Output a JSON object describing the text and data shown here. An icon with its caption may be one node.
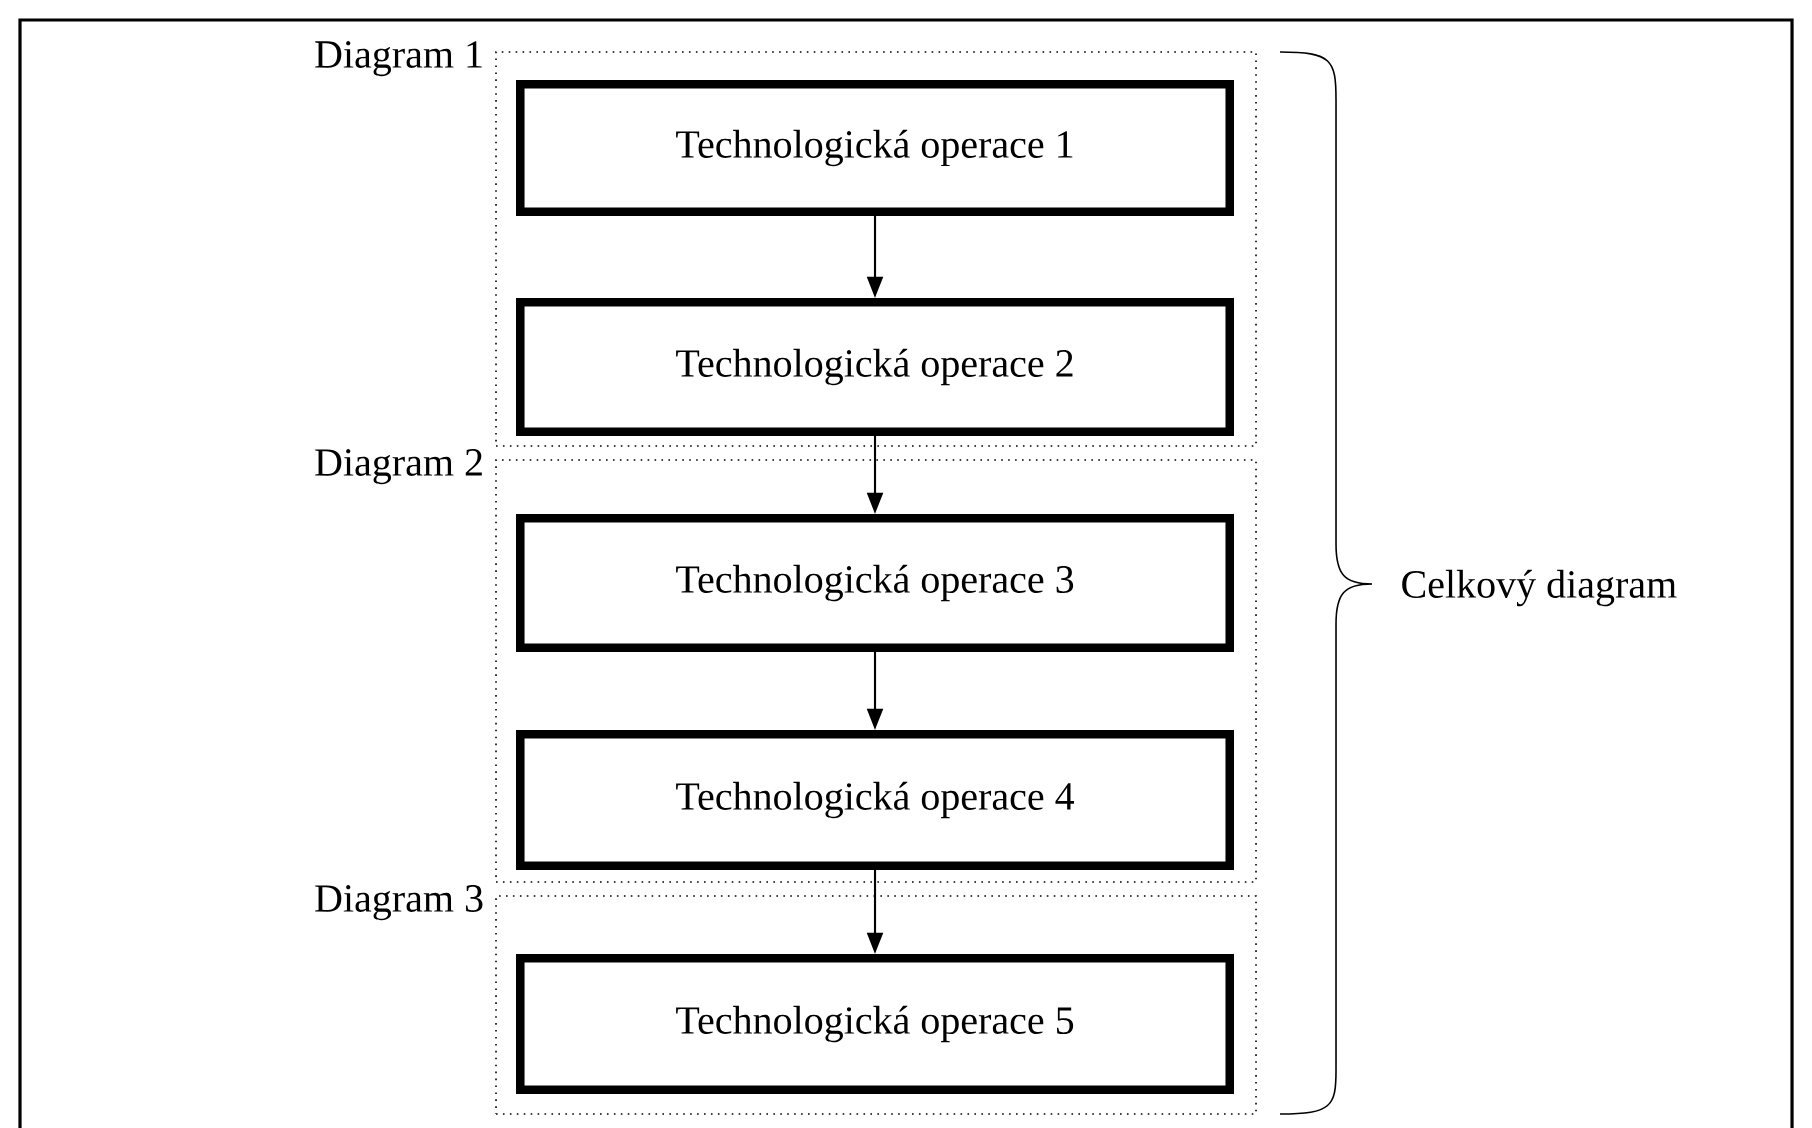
{
  "diagram": {
    "nodes": [
      {
        "text": [
          "Diagram 1"
        ]
      },
      {
        "text": [
          "Technologická operace 1"
        ],
        "in": 0
      },
      {
        "text": [
          "Technologická operace 2"
        ],
        "in": 0
      },
      {
        "text": [
          "Diagram 2"
        ]
      },
      {
        "text": [
          "Technologická operace 3"
        ],
        "in": 3
      },
      {
        "text": [
          "Technologická operace 4"
        ],
        "in": 3
      },
      {
        "text": [
          "Diagram 3"
        ]
      },
      {
        "text": [
          "Technologická operace 5"
        ],
        "in": 6
      }
    ],
    "edges": [
      {
        "from": 1,
        "to": 2,
        "arrow": "to"
      },
      {
        "from": 2,
        "to": 4,
        "arrow": "to"
      },
      {
        "from": 4,
        "to": 5,
        "arrow": "to"
      },
      {
        "from": 5,
        "to": 7,
        "arrow": "to"
      }
    ],
    "labels": [
      "Celkový diagram"
    ]
  }
}
